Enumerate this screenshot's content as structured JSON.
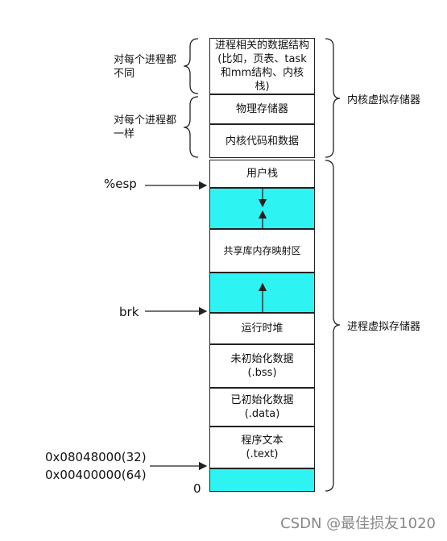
{
  "kernel_area": {
    "per_process_label": "对每个进程都不同",
    "same_label": "对每个进程都一样",
    "region_label": "内核虚拟存储器",
    "cells": [
      "进程相关的数据结构(比如，页表、task和mm结构、内核栈)",
      "物理存储器",
      "内核代码和数据"
    ]
  },
  "process_area": {
    "region_label": "进程虚拟存储器",
    "cells": {
      "user_stack": "用户栈",
      "shared_lib": "共享库内存映射区",
      "runtime_heap": "运行时堆",
      "bss": "未初始化数据\n(.bss)",
      "data": "已初始化数据\n(.data)",
      "text": "程序文本\n(.text)"
    }
  },
  "pointers": {
    "esp": "%esp",
    "brk": "brk",
    "addr32": "0x08048000(32)",
    "addr64": "0x00400000(64)",
    "zero": "0"
  },
  "colors": {
    "highlight": "#2ef3f3",
    "border": "#222222"
  },
  "watermark": "CSDN @最佳损友1020"
}
